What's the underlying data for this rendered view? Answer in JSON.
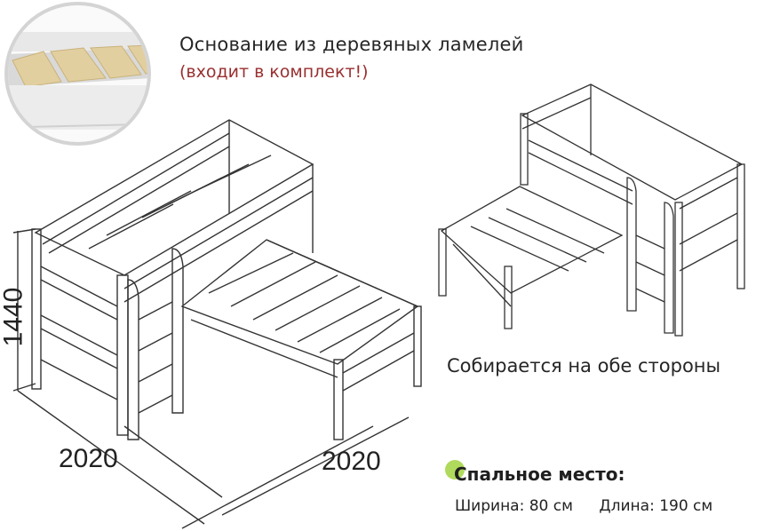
{
  "header": {
    "title": "Основание из деревяных ламелей",
    "subtitle": "(входит в комплект!)"
  },
  "inset_image": {
    "icon": "wooden-slats-photo",
    "description": "Close-up of wooden slat base"
  },
  "main_drawing": {
    "icon": "corner-bunk-bed-drawing",
    "dimensions": {
      "height": "1440",
      "width_left": "2020",
      "width_right": "2020"
    }
  },
  "secondary_drawing": {
    "icon": "corner-bunk-bed-mirrored-drawing",
    "caption": "Собирается на обе стороны"
  },
  "sleeping_place": {
    "title": "Спальное место:",
    "width_label": "Ширина: 80 см",
    "length_label": "Длина: 190 см",
    "accent_color": "#a6d64a"
  },
  "colors": {
    "text": "#262626",
    "subtitle": "#9a2f2f",
    "line": "#333333",
    "slat_wood": "#e4d3a8"
  }
}
